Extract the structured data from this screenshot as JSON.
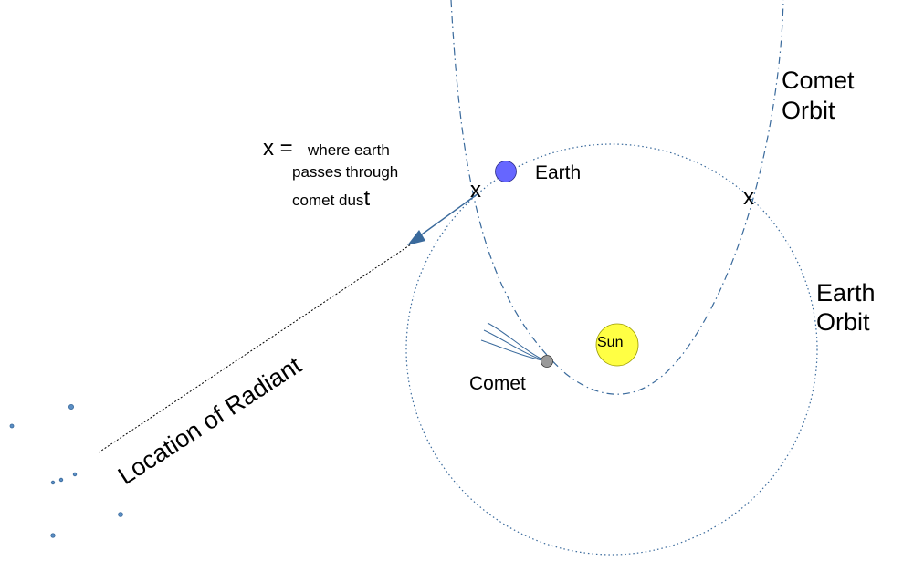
{
  "labels": {
    "comet_orbit_line1": "Comet",
    "comet_orbit_line2": "Orbit",
    "earth": "Earth",
    "earth_orbit_line1": "Earth",
    "earth_orbit_line2": "Orbit",
    "sun": "Sun",
    "comet": "Comet",
    "radiant": "Location of Radiant",
    "legend_x": "x =",
    "legend_line1": "where earth",
    "legend_line2": "passes through",
    "legend_line3_a": "comet dus",
    "legend_line3_b": "t",
    "crossing_marker": "x"
  },
  "colors": {
    "orbit_line": "#3a6a9c",
    "earth_fill": "#6666ff",
    "sun_fill": "#ffff44",
    "comet_fill": "#999999",
    "arrow": "#3a6a9c",
    "meteor_dot": "#5b8ec4"
  }
}
